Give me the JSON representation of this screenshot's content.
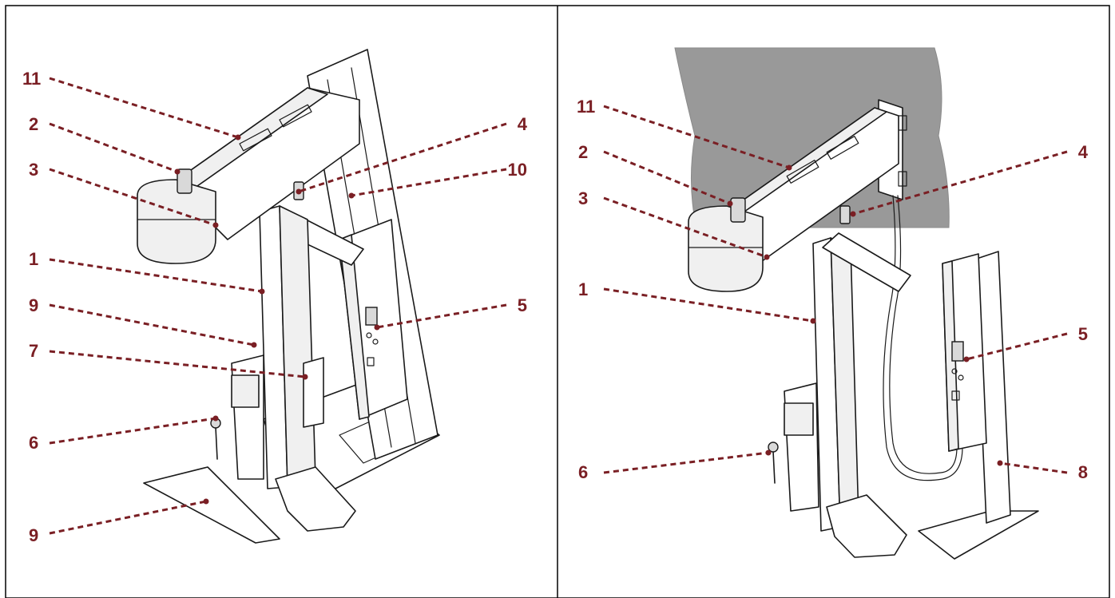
{
  "colors": {
    "callout": "#7a1f24",
    "frame": "#000000",
    "wall": "#9a9a9a"
  },
  "panels": [
    {
      "id": "left",
      "callouts": [
        {
          "label": "11"
        },
        {
          "label": "2"
        },
        {
          "label": "3"
        },
        {
          "label": "1"
        },
        {
          "label": "9"
        },
        {
          "label": "7"
        },
        {
          "label": "6"
        },
        {
          "label": "9"
        },
        {
          "label": "4"
        },
        {
          "label": "10"
        },
        {
          "label": "5"
        }
      ]
    },
    {
      "id": "right",
      "callouts": [
        {
          "label": "11"
        },
        {
          "label": "2"
        },
        {
          "label": "3"
        },
        {
          "label": "1"
        },
        {
          "label": "6"
        },
        {
          "label": "4"
        },
        {
          "label": "5"
        },
        {
          "label": "8"
        }
      ]
    }
  ]
}
